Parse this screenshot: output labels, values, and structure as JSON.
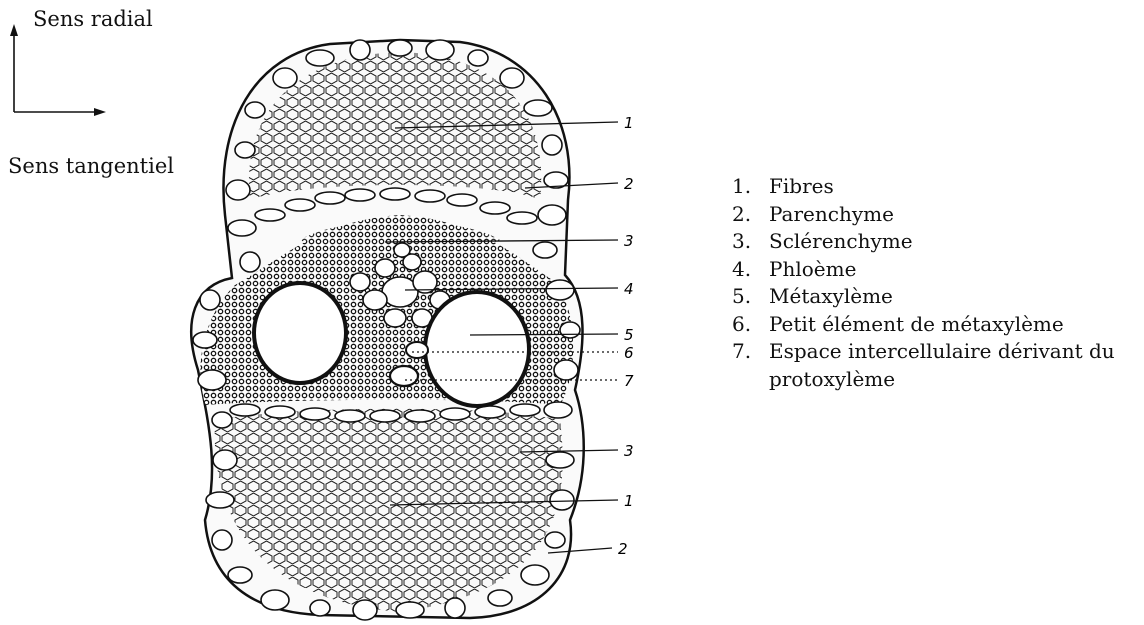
{
  "axes": {
    "radial": "Sens radial",
    "tangential": "Sens tangentiel"
  },
  "legend": [
    {
      "num": "1.",
      "text": "Fibres"
    },
    {
      "num": "2.",
      "text": "Parenchyme"
    },
    {
      "num": "3.",
      "text": "Sclérenchyme"
    },
    {
      "num": "4.",
      "text": "Phloème"
    },
    {
      "num": "5.",
      "text": "Métaxylème"
    },
    {
      "num": "6.",
      "text": "Petit élément de métaxylème"
    },
    {
      "num": "7.",
      "text": "Espace intercellulaire dérivant du protoxylème"
    }
  ],
  "callouts": [
    "1",
    "2",
    "3",
    "4",
    "5",
    "6",
    "7",
    "3",
    "1",
    "2"
  ]
}
